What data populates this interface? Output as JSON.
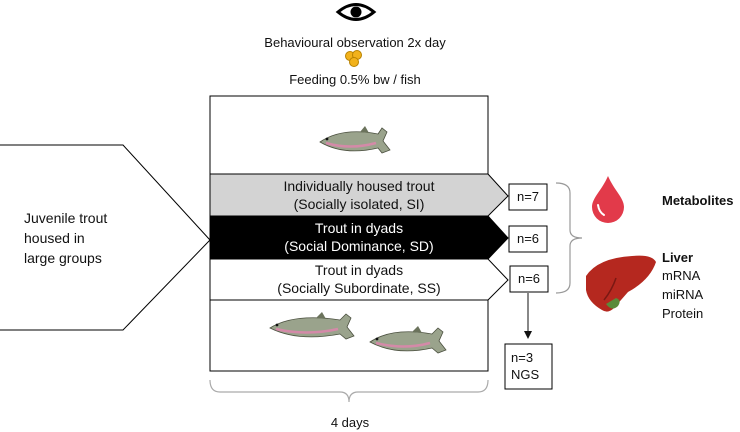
{
  "top": {
    "observation": "Behavioural observation 2x day",
    "feeding": "Feeding 0.5% bw / fish",
    "eye_icon": "eye-icon",
    "food_icon": "food-pellets-icon"
  },
  "source": {
    "line1": "Juvenile trout",
    "line2": "housed in",
    "line3": "large groups"
  },
  "groups": [
    {
      "line1": "Individually housed trout",
      "line2": "(Socially isolated, SI)",
      "n": "n=7",
      "fill": "#d3d3d3",
      "text_color": "#111111"
    },
    {
      "line1": "Trout in dyads",
      "line2": "(Social Dominance, SD)",
      "n": "n=6",
      "fill": "#000000",
      "text_color": "#ffffff"
    },
    {
      "line1": "Trout in dyads",
      "line2": "(Socially Subordinate, SS)",
      "n": "n=6",
      "fill": "#ffffff",
      "text_color": "#111111"
    }
  ],
  "ngs": {
    "line1": "n=3",
    "line2": "NGS"
  },
  "duration": "4 days",
  "outputs": {
    "metabolites": "Metabolites",
    "liver": "Liver",
    "liver_items": [
      "mRNA",
      "miRNA",
      "Protein"
    ],
    "blood_icon": "blood-drop-icon",
    "liver_icon": "liver-icon"
  },
  "colors": {
    "blood": "#e23a4a",
    "liver": "#b5281f",
    "food": "#f2b21b"
  }
}
